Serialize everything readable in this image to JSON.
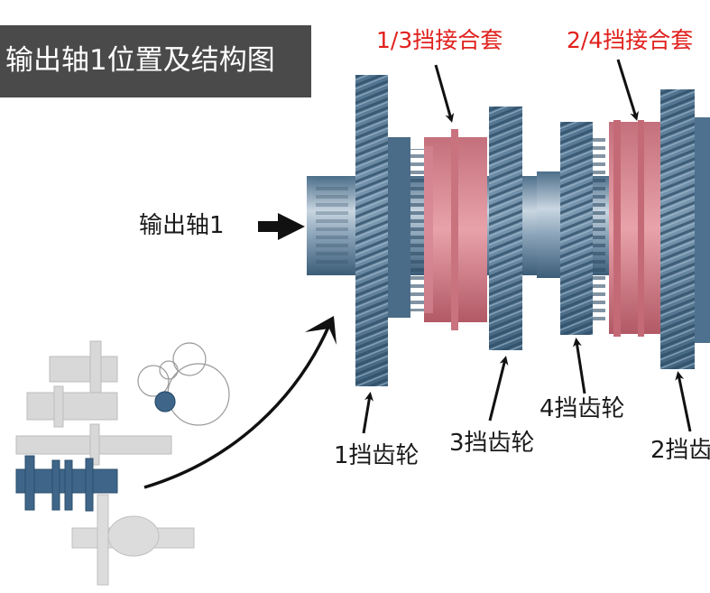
{
  "title": "输出轴1位置及结构图",
  "labels": {
    "sleeve_13": "1/3挡接合套",
    "sleeve_24": "2/4挡接合套",
    "output_shaft": "输出轴1",
    "gear_1": "1挡齿轮",
    "gear_2": "2挡齿",
    "gear_3": "3挡齿轮",
    "gear_4": "4挡齿轮"
  },
  "colors": {
    "title_bg": "#4a4a4a",
    "title_text": "#ffffff",
    "label_red": "#e0211d",
    "label_black": "#1a1a1a",
    "gear_blue": "#5b7f9c",
    "gear_blue_dark": "#34546e",
    "sleeve_pink": "#d9868f",
    "sleeve_pink_dark": "#b65b68",
    "shaft_grey": "#8ea8bd"
  }
}
